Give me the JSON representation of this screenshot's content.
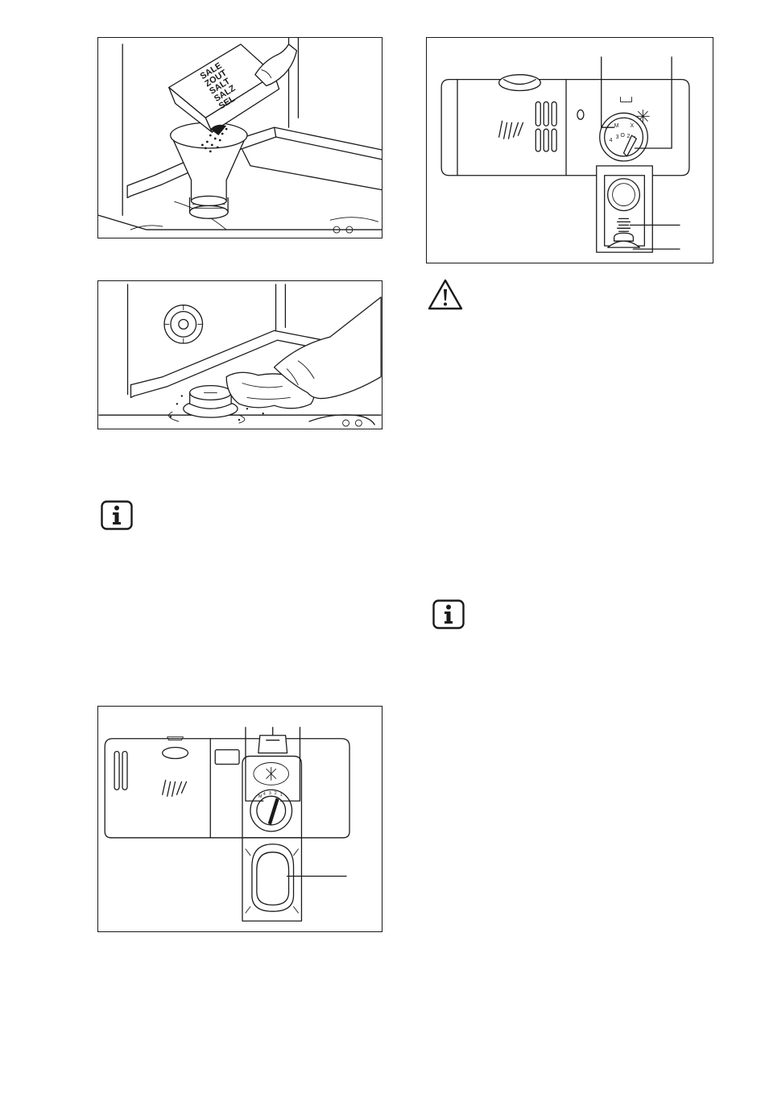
{
  "figures": {
    "salt_pack": {
      "lines": [
        "SALE",
        "ZOUT",
        "SALT",
        "SALZ",
        "SEL"
      ]
    },
    "dispenser_dial": {
      "marks": [
        "M",
        "X",
        "4",
        "3",
        "2",
        "1"
      ],
      "center": "O"
    }
  },
  "icons": {
    "info": "info-icon",
    "warning": "warning-icon"
  }
}
